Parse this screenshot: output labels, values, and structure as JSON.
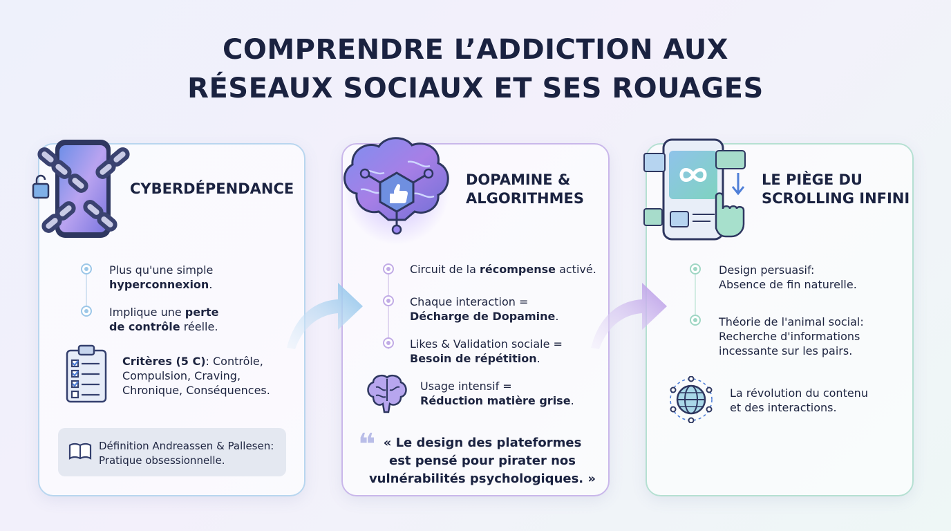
{
  "title": {
    "line1": "COMPRENDRE L’ADDICTION AUX",
    "line2": "RÉSEAUX SOCIAUX ET SES ROUAGES"
  },
  "colors": {
    "card1_border": "#b8d6ef",
    "card2_border": "#c9b7ea",
    "card3_border": "#b5e0d2",
    "title": "#1a2240"
  },
  "card1": {
    "icon": "chained-phone-icon",
    "heading": "CYBERDÉPENDANCE",
    "b1": {
      "l1": "Plus qu'une simple",
      "l2_bold": "hyperconnexion",
      "l2_rest": "."
    },
    "b2": {
      "l1_pre": "Implique une ",
      "l1_bold": "perte",
      "l2_bold": "de contrôle",
      "l2_rest": " réelle."
    },
    "criteria": {
      "icon": "checklist-clipboard-icon",
      "bold": "Critères (5 C)",
      "l1_rest": ": Contrôle,",
      "l2": "Compulsion, Craving,",
      "l3": "Chronique, Conséquences."
    },
    "definition": {
      "icon": "open-book-icon",
      "l1": "Définition Andreassen & Pallesen:",
      "l2": "Pratique obsessionnelle."
    }
  },
  "card2": {
    "icon": "brain-like-icon",
    "heading_l1": "DOPAMINE &",
    "heading_l2": "ALGORITHMES",
    "b1": {
      "pre": "Circuit de la ",
      "bold": "récompense",
      "post": " activé."
    },
    "b2": {
      "l1": "Chaque interaction =",
      "l2_bold": "Décharge de Dopamine",
      "l2_rest": "."
    },
    "b3": {
      "l1": "Likes & Validation sociale =",
      "l2_bold": "Besoin de répétition",
      "l2_rest": "."
    },
    "brain": {
      "icon": "brain-icon",
      "l1": "Usage intensif =",
      "l2_bold": "Réduction matière grise",
      "l2_rest": "."
    },
    "quote": {
      "mark": "❝",
      "l1": "« Le design des plateformes",
      "l2": "est pensé pour pirater nos",
      "l3": "vulnérabilités psychologiques. »"
    }
  },
  "card3": {
    "icon": "infinite-scroll-phone-icon",
    "heading_l1": "LE PIÈGE DU",
    "heading_l2": "SCROLLING INFINI",
    "b1": {
      "l1": "Design persuasif:",
      "l2": "Absence de fin naturelle."
    },
    "b2": {
      "l1": "Théorie de l'animal social:",
      "l2": "Recherche d'informations",
      "l3": "incessante sur les pairs."
    },
    "globe": {
      "icon": "globe-network-icon",
      "l1": "La révolution du contenu",
      "l2": "et des interactions."
    }
  }
}
